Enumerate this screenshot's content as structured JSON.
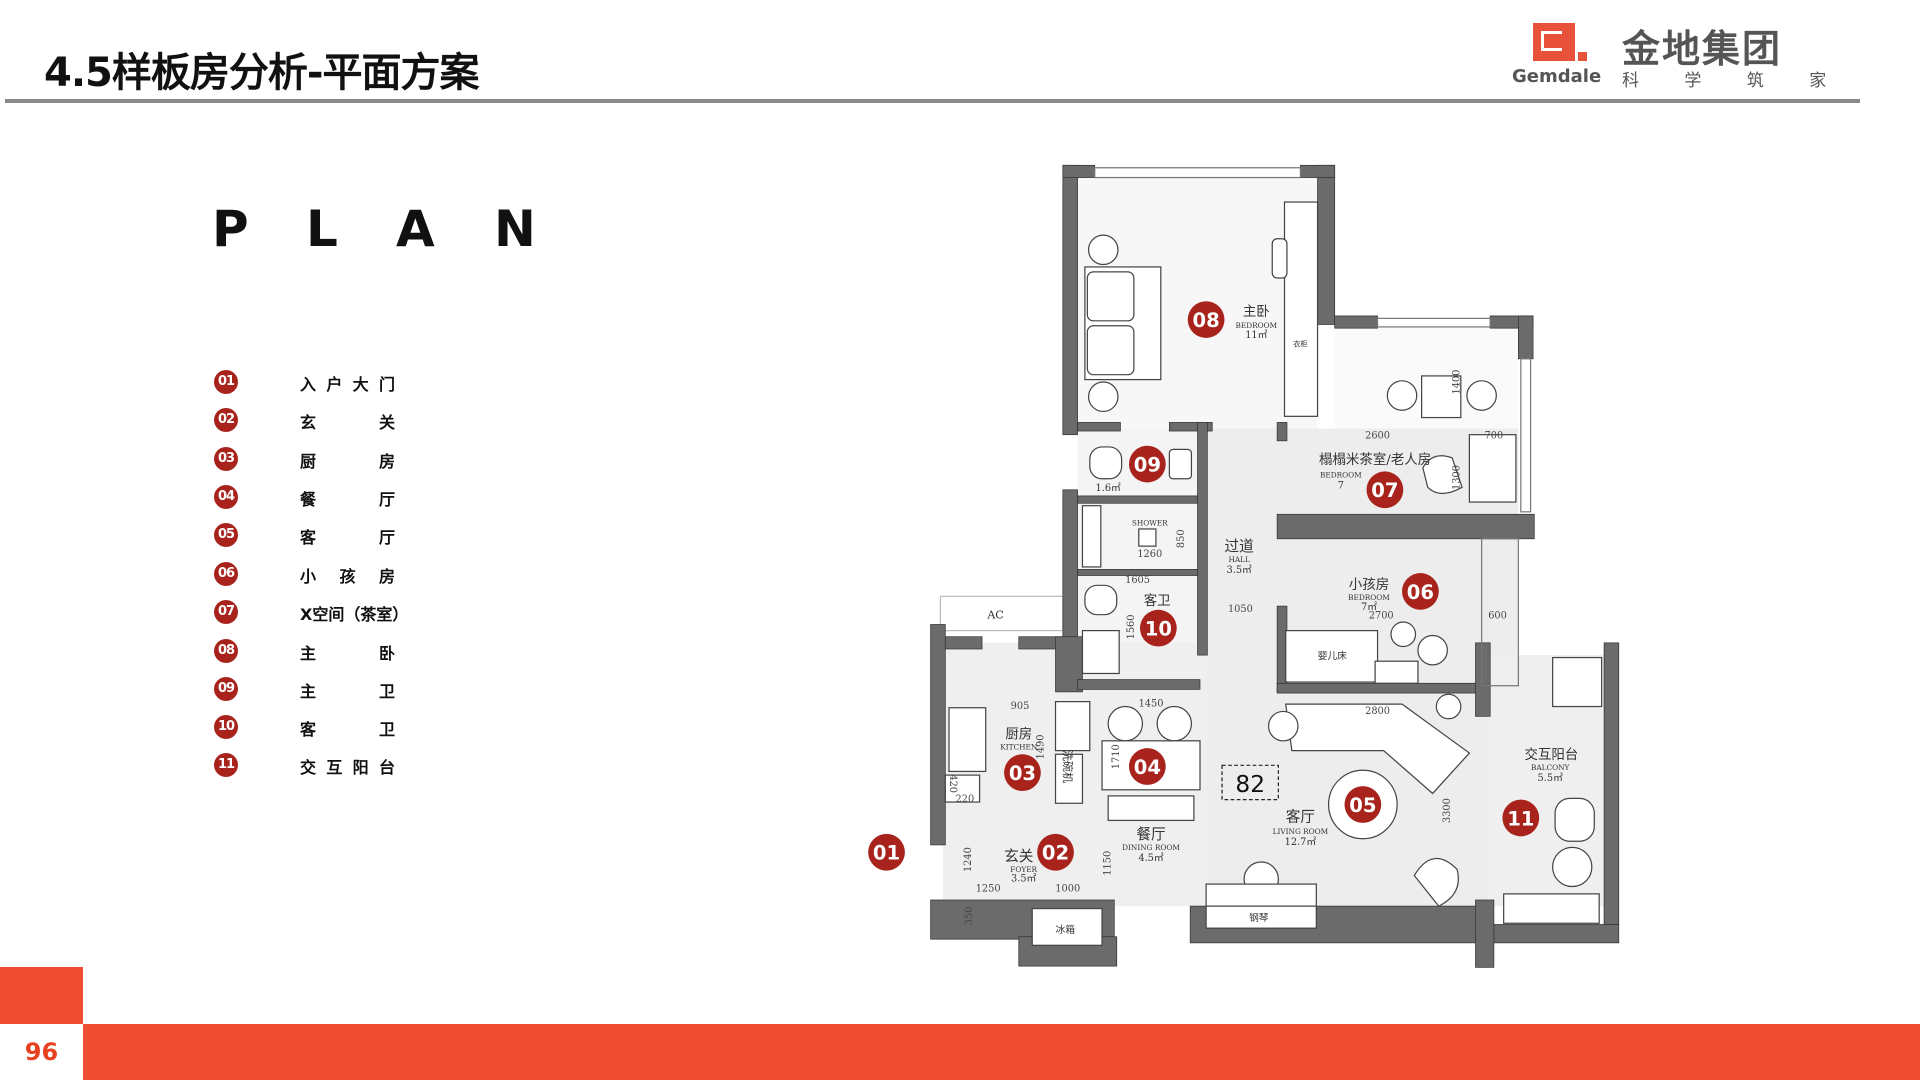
{
  "header": {
    "title": "4.5样板房分析-平面方案",
    "logo": {
      "name_cn": "金地集团",
      "name_en": "Gemdale",
      "slogan": "科 学 筑 家"
    }
  },
  "plan_heading": [
    "P",
    "L",
    "A",
    "N"
  ],
  "legend": [
    {
      "num": "01",
      "label": "入户大门"
    },
    {
      "num": "02",
      "label": "玄关"
    },
    {
      "num": "03",
      "label": "厨房"
    },
    {
      "num": "04",
      "label": "餐厅"
    },
    {
      "num": "05",
      "label": "客厅"
    },
    {
      "num": "06",
      "label": "小孩房"
    },
    {
      "num": "07",
      "label": "X空间（茶室）"
    },
    {
      "num": "08",
      "label": "主卧"
    },
    {
      "num": "09",
      "label": "主卫"
    },
    {
      "num": "10",
      "label": "客卫"
    },
    {
      "num": "11",
      "label": "交互阳台"
    }
  ],
  "floorplan": {
    "rooms": {
      "master": {
        "cn": "主卧",
        "en": "BEDROOM",
        "area": "11㎡"
      },
      "tea": {
        "cn": "榻榻米茶室/老人房",
        "en": "BEDROOM",
        "area": "7"
      },
      "hall": {
        "cn": "过道",
        "en": "HALL",
        "area": "3.5㎡"
      },
      "child": {
        "cn": "小孩房",
        "en": "BEDROOM",
        "area": "7㎡"
      },
      "guest_bath": {
        "cn": "客卫"
      },
      "master_bath": {
        "area": "1.6㎡"
      },
      "kitchen": {
        "cn": "厨房",
        "en": "KITCHEN"
      },
      "dining": {
        "cn": "餐厅",
        "en": "DINING ROOM",
        "area": "4.5㎡"
      },
      "living": {
        "cn": "客厅",
        "en": "LIVING ROOM",
        "area": "12.7㎡"
      },
      "foyer": {
        "cn": "玄关",
        "en": "FOYER",
        "area": "3.5㎡"
      },
      "balcony": {
        "cn": "交互阳台",
        "en": "BALCONY",
        "area": "5.5㎡"
      }
    },
    "fixtures": {
      "shower": "SHOWER",
      "wardrobe": "衣柜",
      "fridge": "冰箱",
      "piano": "钢琴",
      "dishwasher": "洗碗机",
      "crib": "婴儿床",
      "ac": "AC",
      "area_box": "82"
    },
    "dims": {
      "d2600": "2600",
      "d700": "700",
      "d1400": "1400",
      "d1300": "1300",
      "d1260": "1260",
      "d850": "850",
      "d1605": "1605",
      "d1050": "1050",
      "d2700": "2700",
      "d600": "600",
      "d905": "905",
      "d1490": "1490",
      "d1450": "1450",
      "d1710": "1710",
      "d2800": "2800",
      "d3300": "3300",
      "d1240": "1240",
      "d1150": "1150",
      "d1250": "1250",
      "d1000": "1000",
      "d350": "350",
      "d420": "420",
      "d220": "220",
      "d1560": "1560"
    }
  },
  "page_number": "96",
  "colors": {
    "accent": "#f04e30",
    "marker": "#a8231c",
    "wall": "#6b6b6b"
  }
}
